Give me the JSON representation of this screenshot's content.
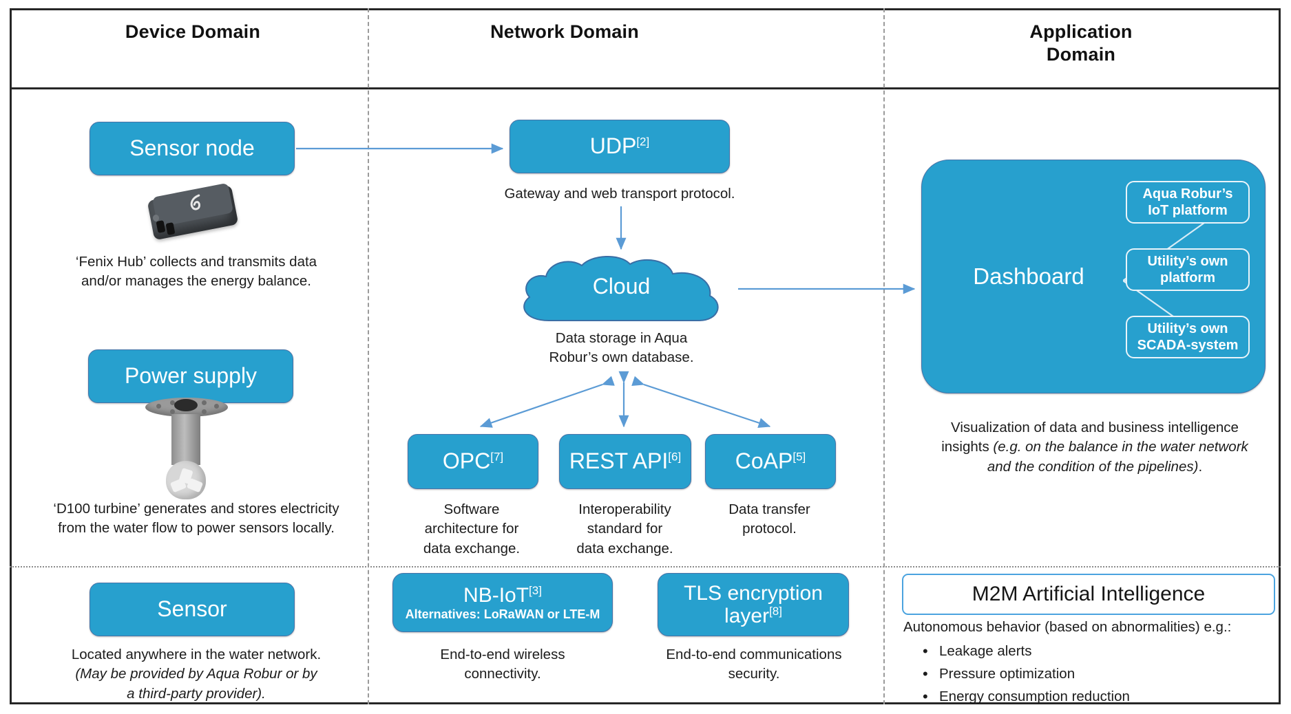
{
  "columns": {
    "device": "Device Domain",
    "network": "Network Domain",
    "application": "Application\nDomain"
  },
  "device_domain": {
    "sensor_node": {
      "label": "Sensor node",
      "icon": "fenix-hub-device-icon"
    },
    "fenix_caption": "‘Fenix Hub’ collects and transmits data\nand/or manages the energy balance.",
    "power_supply": {
      "label": "Power supply",
      "icon": "d100-turbine-icon"
    },
    "turbine_caption": "‘D100 turbine’ generates and stores electricity\nfrom the water flow to power sensors locally.",
    "sensor": {
      "label": "Sensor"
    },
    "sensor_caption_line1": "Located anywhere in the water network.",
    "sensor_caption_italic": "(May be provided by Aqua Robur or by\na third-party provider)."
  },
  "network_domain": {
    "udp": {
      "label": "UDP",
      "ref": "[2]"
    },
    "udp_caption": "Gateway and web transport protocol.",
    "cloud": {
      "label": "Cloud"
    },
    "cloud_caption": "Data storage in Aqua\nRobur’s own database.",
    "protocols": [
      {
        "label": "OPC",
        "ref": "[7]",
        "caption": "Software\narchitecture for\ndata exchange."
      },
      {
        "label": "REST API",
        "ref": "[6]",
        "caption": "Interoperability\nstandard for\ndata exchange."
      },
      {
        "label": "CoAP",
        "ref": "[5]",
        "caption": "Data transfer\nprotocol."
      }
    ],
    "nbiot": {
      "label": "NB-IoT",
      "ref": "[3]",
      "sub": "Alternatives: LoRaWAN or LTE-M",
      "caption": "End-to-end wireless\nconnectivity."
    },
    "tls": {
      "label": "TLS  encryption\nlayer",
      "ref": "[8]",
      "caption": "End-to-end communications\nsecurity."
    }
  },
  "application_domain": {
    "dashboard": {
      "label": "Dashboard"
    },
    "platforms": [
      "Aqua Robur’s\nIoT platform",
      "Utility’s own\nplatform",
      "Utility’s own\nSCADA-system"
    ],
    "dashboard_caption_plain": "Visualization of data and business intelligence",
    "dashboard_caption_plain2": "insights ",
    "dashboard_caption_italic": "(e.g. on the balance in the water network\nand the condition of the pipelines)",
    "dashboard_caption_end": ".",
    "m2m": {
      "title": "M2M Artificial Intelligence",
      "description": "Autonomous behavior (based on abnormalities) e.g.:",
      "items": [
        "Leakage alerts",
        "Pressure optimization",
        "Energy consumption reduction"
      ]
    }
  },
  "colors": {
    "box_fill": "#27A0CE",
    "box_border": "#4472a8",
    "arrow": "#5B9BD5",
    "frame": "#262626",
    "m2m_border": "#4aa3df"
  }
}
